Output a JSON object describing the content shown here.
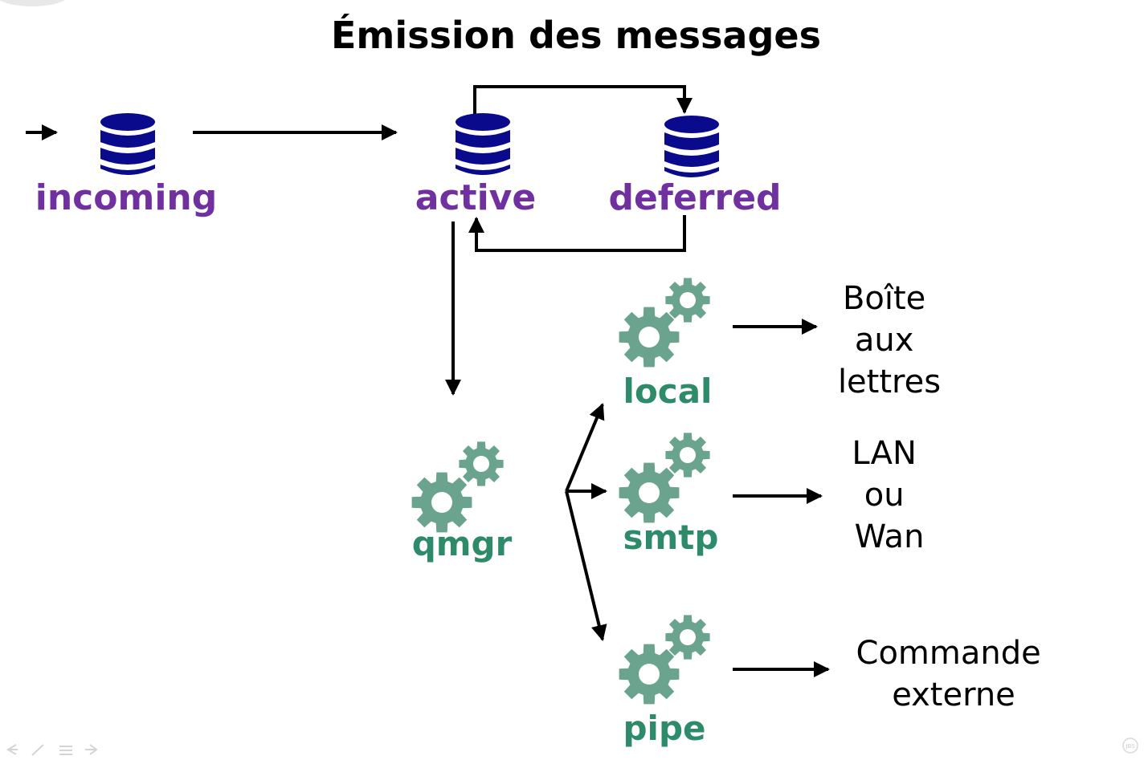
{
  "title": "Émission des messages",
  "colors": {
    "queue_icon": "#0a0a8c",
    "queue_label": "#7030a0",
    "process": "#6aa38e",
    "process_label": "#2e8b6a",
    "arrow": "#000000",
    "text": "#000000"
  },
  "queues": [
    {
      "id": "incoming",
      "label": "incoming",
      "icon": "database-icon"
    },
    {
      "id": "active",
      "label": "active",
      "icon": "database-icon"
    },
    {
      "id": "deferred",
      "label": "deferred",
      "icon": "database-icon"
    }
  ],
  "processes": [
    {
      "id": "qmgr",
      "label": "qmgr",
      "icon": "gears-icon"
    },
    {
      "id": "local",
      "label": "local",
      "icon": "gears-icon"
    },
    {
      "id": "smtp",
      "label": "smtp",
      "icon": "gears-icon"
    },
    {
      "id": "pipe",
      "label": "pipe",
      "icon": "gears-icon"
    }
  ],
  "destinations": [
    {
      "id": "mailbox",
      "lines": [
        "Boîte",
        "aux",
        "lettres"
      ]
    },
    {
      "id": "network",
      "lines": [
        "LAN",
        "ou",
        "Wan"
      ]
    },
    {
      "id": "command",
      "lines": [
        "Commande",
        "externe"
      ]
    }
  ],
  "edges": [
    {
      "from": "input",
      "to": "incoming"
    },
    {
      "from": "incoming",
      "to": "active"
    },
    {
      "from": "active",
      "to": "deferred"
    },
    {
      "from": "deferred",
      "to": "active"
    },
    {
      "from": "active",
      "to": "qmgr"
    },
    {
      "from": "qmgr",
      "to": "local"
    },
    {
      "from": "qmgr",
      "to": "smtp"
    },
    {
      "from": "qmgr",
      "to": "pipe"
    },
    {
      "from": "local",
      "to": "mailbox"
    },
    {
      "from": "smtp",
      "to": "network"
    },
    {
      "from": "pipe",
      "to": "command"
    }
  ],
  "nav": [
    {
      "id": "prev",
      "icon": "arrow-left-icon"
    },
    {
      "id": "pen",
      "icon": "pen-icon"
    },
    {
      "id": "menu",
      "icon": "menu-icon"
    },
    {
      "id": "next",
      "icon": "arrow-right-icon"
    }
  ],
  "badge": {
    "icon": "jbs-logo-icon",
    "text": "JBS"
  }
}
